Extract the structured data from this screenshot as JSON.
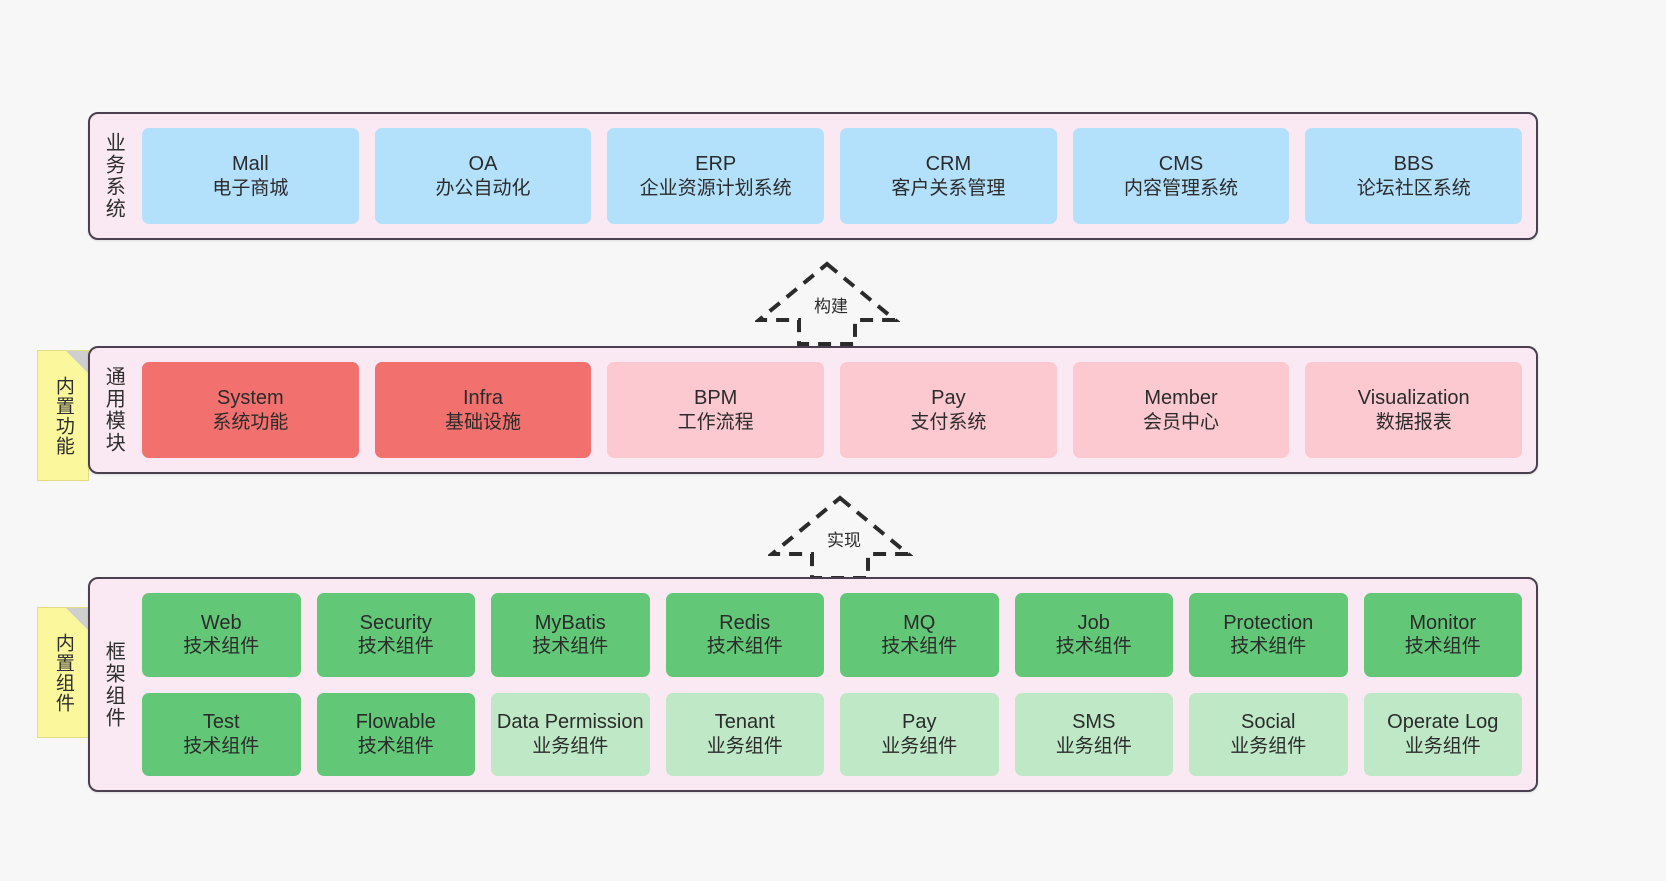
{
  "diagram": {
    "background_color": "#f7f7f7",
    "layer_fill": "#fae9f3",
    "layer_border": "#4a4050",
    "sticky_color": "#fbf79c"
  },
  "layers": [
    {
      "id": "business-systems",
      "title": "业务系统",
      "rows": [
        {
          "cards": [
            {
              "en": "Mall",
              "cn": "电子商城",
              "color": "#b3e0fb",
              "style": "blue"
            },
            {
              "en": "OA",
              "cn": "办公自动化",
              "color": "#b3e0fb",
              "style": "blue"
            },
            {
              "en": "ERP",
              "cn": "企业资源计划系统",
              "color": "#b3e0fb",
              "style": "blue"
            },
            {
              "en": "CRM",
              "cn": "客户关系管理",
              "color": "#b3e0fb",
              "style": "blue"
            },
            {
              "en": "CMS",
              "cn": "内容管理系统",
              "color": "#b3e0fb",
              "style": "blue"
            },
            {
              "en": "BBS",
              "cn": "论坛社区系统",
              "color": "#b3e0fb",
              "style": "blue"
            }
          ]
        }
      ]
    },
    {
      "id": "common-modules",
      "title": "通用模块",
      "sticky": "内置功能",
      "rows": [
        {
          "cards": [
            {
              "en": "System",
              "cn": "系统功能",
              "color": "#f2706e",
              "style": "red-strong"
            },
            {
              "en": "Infra",
              "cn": "基础设施",
              "color": "#f2706e",
              "style": "red-strong"
            },
            {
              "en": "BPM",
              "cn": "工作流程",
              "color": "#fbc9cf",
              "style": "red-light"
            },
            {
              "en": "Pay",
              "cn": "支付系统",
              "color": "#fbc9cf",
              "style": "red-light"
            },
            {
              "en": "Member",
              "cn": "会员中心",
              "color": "#fbc9cf",
              "style": "red-light"
            },
            {
              "en": "Visualization",
              "cn": "数据报表",
              "color": "#fbc9cf",
              "style": "red-light"
            }
          ]
        }
      ]
    },
    {
      "id": "framework-components",
      "title": "框架组件",
      "sticky": "内置组件",
      "rows": [
        {
          "cards": [
            {
              "en": "Web",
              "cn": "技术组件",
              "color": "#62c878",
              "style": "green-strong"
            },
            {
              "en": "Security",
              "cn": "技术组件",
              "color": "#62c878",
              "style": "green-strong"
            },
            {
              "en": "MyBatis",
              "cn": "技术组件",
              "color": "#62c878",
              "style": "green-strong"
            },
            {
              "en": "Redis",
              "cn": "技术组件",
              "color": "#62c878",
              "style": "green-strong"
            },
            {
              "en": "MQ",
              "cn": "技术组件",
              "color": "#62c878",
              "style": "green-strong"
            },
            {
              "en": "Job",
              "cn": "技术组件",
              "color": "#62c878",
              "style": "green-strong"
            },
            {
              "en": "Protection",
              "cn": "技术组件",
              "color": "#62c878",
              "style": "green-strong"
            },
            {
              "en": "Monitor",
              "cn": "技术组件",
              "color": "#62c878",
              "style": "green-strong"
            }
          ]
        },
        {
          "cards": [
            {
              "en": "Test",
              "cn": "技术组件",
              "color": "#62c878",
              "style": "green-strong"
            },
            {
              "en": "Flowable",
              "cn": "技术组件",
              "color": "#62c878",
              "style": "green-strong"
            },
            {
              "en": "Data Permission",
              "cn": "业务组件",
              "color": "#bfe8c7",
              "style": "green-light"
            },
            {
              "en": "Tenant",
              "cn": "业务组件",
              "color": "#bfe8c7",
              "style": "green-light"
            },
            {
              "en": "Pay",
              "cn": "业务组件",
              "color": "#bfe8c7",
              "style": "green-light"
            },
            {
              "en": "SMS",
              "cn": "业务组件",
              "color": "#bfe8c7",
              "style": "green-light"
            },
            {
              "en": "Social",
              "cn": "业务组件",
              "color": "#bfe8c7",
              "style": "green-light"
            },
            {
              "en": "Operate Log",
              "cn": "业务组件",
              "color": "#bfe8c7",
              "style": "green-light"
            }
          ]
        }
      ]
    }
  ],
  "connectors": [
    {
      "id": "build",
      "label": "构建"
    },
    {
      "id": "implement",
      "label": "实现"
    }
  ]
}
